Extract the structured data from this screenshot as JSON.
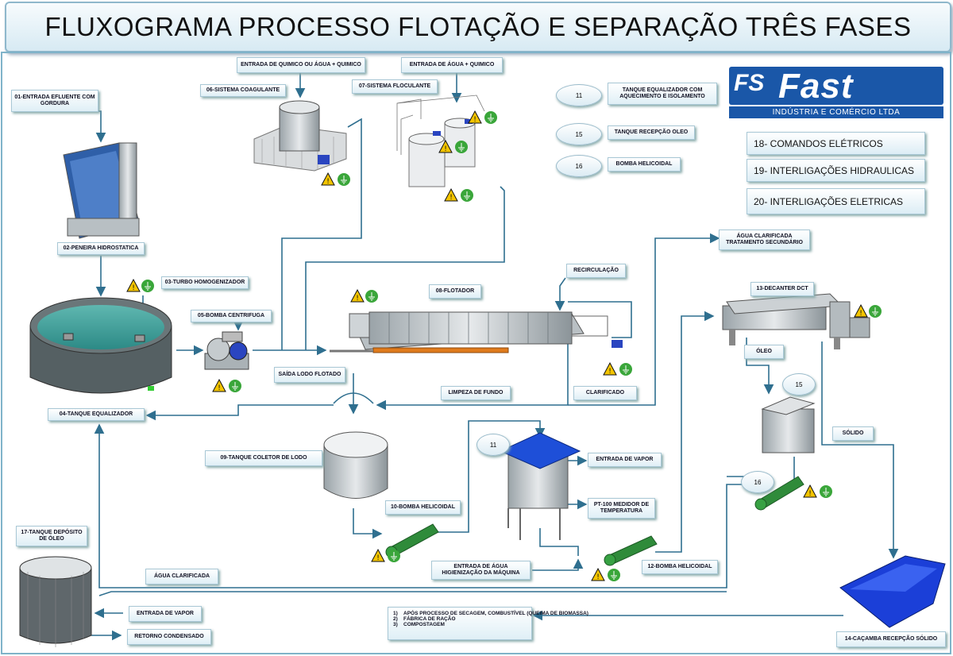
{
  "title": "FLUXOGRAMA PROCESSO FLOTAÇÃO E SEPARAÇÃO TRÊS FASES",
  "logo": {
    "mark": "FS",
    "name": "Fast",
    "subtitle": "INDÚSTRIA E COMÉRCIO LTDA"
  },
  "labels": {
    "l01": "01-ENTRADA EFLUENTE COM GORDURA",
    "l02": "02-PENEIRA HIDROSTATICA",
    "l03": "03-TURBO HOMOGENIZADOR",
    "l04": "04-TANQUE EQUALIZADOR",
    "l05": "05-BOMBA CENTRIFUGA",
    "l06": "06-SISTEMA COAGULANTE",
    "l06in": "ENTRADA DE QUIMICO OU ÁGUA + QUIMICO",
    "l07": "07-SISTEMA FLOCULANTE",
    "l07in": "ENTRADA DE ÁGUA + QUIMICO",
    "l08": "08-FLOTADOR",
    "recirc": "RECIRCULAÇÃO",
    "saida": "SAÍDA LODO FLOTADO",
    "limpeza": "LIMPEZA DE FUNDO",
    "clarificado": "CLARIFICADO",
    "l09": "09-TANQUE COLETOR DE LODO",
    "l10": "10-BOMBA HELICOIDAL",
    "vapor1": "ENTRADA DE VAPOR",
    "pt100": "PT-100 MEDIDOR DE TEMPERATURA",
    "agua_hig": "ENTRADA DE ÁGUA HIGIENIZAÇÃO DA MÁQUINA",
    "l12": "12-BOMBA HELICOIDAL",
    "l13": "13-DECANTER DCT",
    "agua_clar_sec": "ÁGUA CLARIFICADA TRATAMENTO SECUNDÁRIO",
    "oleo": "ÓLEO",
    "solido": "SÓLIDO",
    "l14": "14-CAÇAMBA RECEPÇÃO SÓLIDO",
    "l17": "17-TANQUE DEPÓSITO DE ÓLEO",
    "agua_clar": "ÁGUA CLARIFICADA",
    "vapor2": "ENTRADA DE VAPOR",
    "retorno": "RETORNO CONDENSADO"
  },
  "legend": [
    {
      "num": "11",
      "text": "TANQUE EQUALIZADOR COM AQUECIMENTO E ISOLAMENTO"
    },
    {
      "num": "15",
      "text": "TANQUE RECEPÇÃO OLEO"
    },
    {
      "num": "16",
      "text": "BOMBA HELICOIDAL"
    }
  ],
  "big_labels": [
    "18- COMANDOS ELÉTRICOS",
    "19- INTERLIGAÇÕES HIDRAULICAS",
    "20- INTERLIGAÇÕES ELETRICAS"
  ],
  "markers": {
    "m11": "11",
    "m15": "15",
    "m16": "16"
  },
  "destinations": [
    {
      "n": "1)",
      "text": "APÓS PROCESSO DE SECAGEM, COMBUSTÍVEL (QUEIMA DE BIOMASSA)"
    },
    {
      "n": "2)",
      "text": "FÁBRICA DE RAÇÃO"
    },
    {
      "n": "3)",
      "text": "COMPOSTAGEM"
    }
  ],
  "colors": {
    "flow_line": "#2f6f8f",
    "title_border": "#8fb8cc",
    "brand": "#1a57a8",
    "warning": "#f3c400",
    "ground": "#3aa63a"
  },
  "icons": [
    "warning-icon",
    "ground-icon"
  ]
}
